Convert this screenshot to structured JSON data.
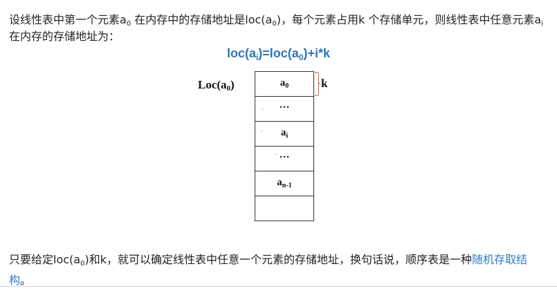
{
  "intro": {
    "part1": "设线性表中第一个元素a",
    "sub1": "0",
    "part2": " 在内存中的存储地址是loc(a",
    "sub2": "0",
    "part3": ")，每个元素占用k 个存储单元，则线性表中任意元素a",
    "sub3": "i",
    "part4": " 在内存的存储地址为："
  },
  "formula": {
    "p1": "loc(a",
    "s1": "i",
    "p2": ")=loc(a",
    "s2": "0",
    "p3": ")+i*k"
  },
  "diagram": {
    "start_label": "Loc(a",
    "start_label_sub": "0",
    "start_label_close": ")",
    "unit_label": "k",
    "cells": [
      {
        "main": "a",
        "sub": "0"
      },
      {
        "main": "…",
        "sub": ""
      },
      {
        "main": "a",
        "sub": "i"
      },
      {
        "main": "…",
        "sub": ""
      },
      {
        "main": "a",
        "sub": "n-1"
      },
      {
        "main": "",
        "sub": ""
      }
    ]
  },
  "conclusion": {
    "part1": "只要给定loc(a",
    "sub1": "0",
    "part2": ")和k，就可以确定线性表中任意一个元素的存储地址，换句话说，顺序表是一种",
    "link_text": "随机存取结构",
    "part3": "。"
  },
  "colors": {
    "formula": "#2f75b5",
    "link": "#2d7bc7",
    "brace": "#d9534f"
  }
}
